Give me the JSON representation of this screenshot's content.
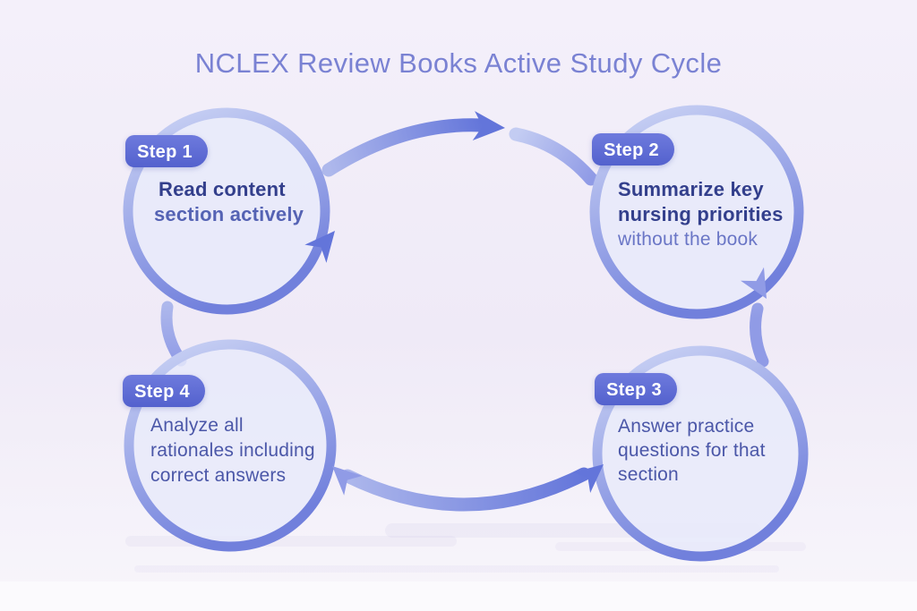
{
  "title": "NCLEX Review Books Active Study Cycle",
  "diagram_type": "cycle",
  "steps": [
    {
      "badge": "Step 1",
      "lines": [
        "Read content",
        "section actively"
      ]
    },
    {
      "badge": "Step 2",
      "lines": [
        "Summarize key",
        "nursing priorities",
        "without the book"
      ]
    },
    {
      "badge": "Step 3",
      "lines": [
        "Answer practice",
        "questions for that",
        "section"
      ]
    },
    {
      "badge": "Step 4",
      "lines": [
        "Analyze all",
        "rationales including",
        "correct answers"
      ]
    }
  ],
  "colors": {
    "background_top": "#f4f0fa",
    "background_mid": "#efeaf7",
    "background_bottom": "#f8f6fb",
    "title_text": "#7a82d3",
    "ring_light": "#ced6f5",
    "ring_dark": "#7180dc",
    "circle_fill": "#e8eafa",
    "badge_top": "#6e7add",
    "badge_bottom": "#5361cd",
    "badge_text": "#ffffff",
    "step_text_dark": "#333f8c",
    "step_text_medium": "#5563b4",
    "step_text_light": "#6a76c6",
    "step_text_body": "#4b57a8",
    "arrow_deep": "#6375da",
    "arrow_mid": "#909be6",
    "arrow_soft": "#aeb8ec",
    "arrow_light": "#c3ccf2",
    "smudge": "#c9bfe4"
  }
}
